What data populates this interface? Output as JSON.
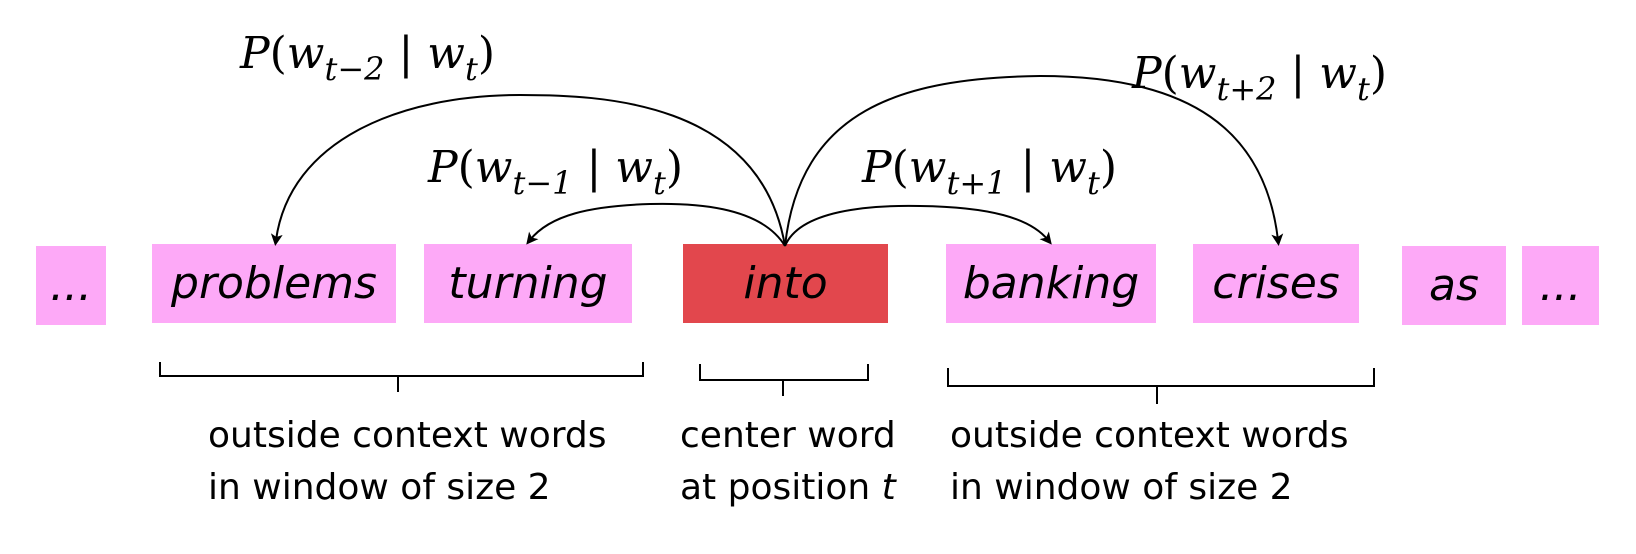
{
  "words": [
    {
      "text": "...",
      "role": "ellipsis"
    },
    {
      "text": "problems",
      "role": "context"
    },
    {
      "text": "turning",
      "role": "context"
    },
    {
      "text": "into",
      "role": "center"
    },
    {
      "text": "banking",
      "role": "context"
    },
    {
      "text": "crises",
      "role": "context"
    },
    {
      "text": "as",
      "role": "other"
    },
    {
      "text": "...",
      "role": "ellipsis"
    }
  ],
  "probabilities": {
    "t_minus_2": {
      "P": "P",
      "open": "(",
      "w": "w",
      "sub": "t−2",
      "bar": " | ",
      "wt": "w",
      "tsub": "t",
      "close": ")"
    },
    "t_minus_1": {
      "P": "P",
      "open": "(",
      "w": "w",
      "sub": "t−1",
      "bar": " | ",
      "wt": "w",
      "tsub": "t",
      "close": ")"
    },
    "t_plus_1": {
      "P": "P",
      "open": "(",
      "w": "w",
      "sub": "t+1",
      "bar": " | ",
      "wt": "w",
      "tsub": "t",
      "close": ")"
    },
    "t_plus_2": {
      "P": "P",
      "open": "(",
      "w": "w",
      "sub": "t+2",
      "bar": " | ",
      "wt": "w",
      "tsub": "t",
      "close": ")"
    }
  },
  "labels": {
    "left_context": [
      "outside context words",
      "in window of size 2"
    ],
    "center": [
      "center word",
      "at position ",
      "t"
    ],
    "right_context": [
      "outside context words",
      "in window of size 2"
    ]
  },
  "colors": {
    "context_box": "#fda9f7",
    "center_box": "#e2474d",
    "line": "#000000"
  }
}
